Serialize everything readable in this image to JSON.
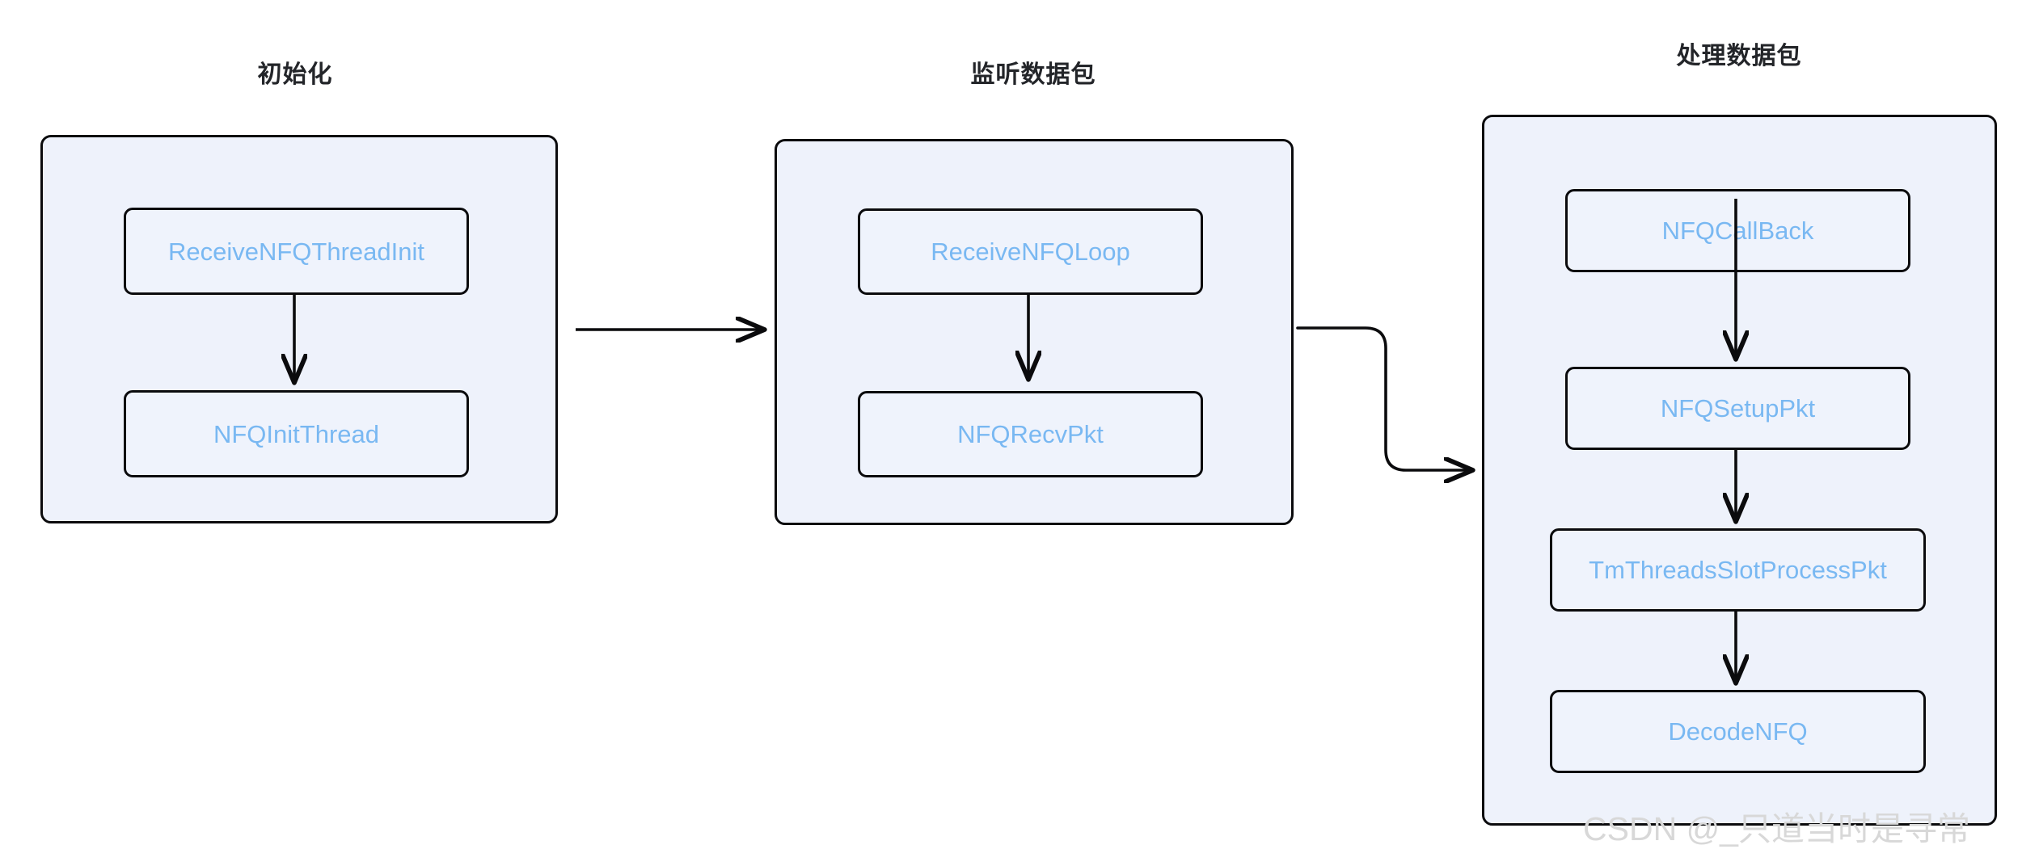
{
  "diagram": {
    "type": "flowchart",
    "direction": "left-to-right",
    "background_color": "#ffffff",
    "cluster_fill": "#eef2fb",
    "cluster_stroke": "#0b0b0d",
    "node_fill": "#eff3fc",
    "node_stroke": "#0b0b0d",
    "node_text_color": "#79b8f2",
    "title_text_color": "#232529",
    "edge_color": "#0b0b0d",
    "clusters": [
      {
        "id": "cluster-init",
        "title": "初始化",
        "nodes": [
          {
            "id": "node-receive-nfq-thread-init",
            "label": "ReceiveNFQThreadInit"
          },
          {
            "id": "node-nfq-init-thread",
            "label": "NFQInitThread"
          }
        ]
      },
      {
        "id": "cluster-listen",
        "title": "监听数据包",
        "nodes": [
          {
            "id": "node-receive-nfq-loop",
            "label": "ReceiveNFQLoop"
          },
          {
            "id": "node-nfq-recv-pkt",
            "label": "NFQRecvPkt"
          }
        ]
      },
      {
        "id": "cluster-process",
        "title": "处理数据包",
        "nodes": [
          {
            "id": "node-nfq-callback",
            "label": "NFQCallBack"
          },
          {
            "id": "node-nfq-setup-pkt",
            "label": "NFQSetupPkt"
          },
          {
            "id": "node-tm-threads-slot-process-pkt",
            "label": "TmThreadsSlotProcessPkt"
          },
          {
            "id": "node-decode-nfq",
            "label": "DecodeNFQ"
          }
        ]
      }
    ],
    "edges": [
      {
        "id": "edge-init-to-nfqinitthread",
        "from": "ReceiveNFQThreadInit",
        "to": "NFQInitThread",
        "style": "straight-vertical-arrow"
      },
      {
        "id": "edge-cluster1-to-cluster2",
        "from": "初始化",
        "to": "监听数据包",
        "style": "straight-horizontal-arrow"
      },
      {
        "id": "edge-loop-to-recvpkt",
        "from": "ReceiveNFQLoop",
        "to": "NFQRecvPkt",
        "style": "straight-vertical-arrow"
      },
      {
        "id": "edge-cluster2-to-cluster3",
        "from": "监听数据包",
        "to": "处理数据包",
        "style": "elbow-s-curve-arrow"
      },
      {
        "id": "edge-callback-to-setuppkt",
        "from": "NFQCallBack",
        "to": "NFQSetupPkt",
        "style": "straight-vertical-arrow"
      },
      {
        "id": "edge-setuppkt-to-slotprocess",
        "from": "NFQSetupPkt",
        "to": "TmThreadsSlotProcessPkt",
        "style": "straight-vertical-arrow"
      },
      {
        "id": "edge-slotprocess-to-decodenfq",
        "from": "TmThreadsSlotProcessPkt",
        "to": "DecodeNFQ",
        "style": "straight-vertical-arrow"
      }
    ]
  },
  "watermark": {
    "text": "CSDN @_只道当时是寻常"
  }
}
